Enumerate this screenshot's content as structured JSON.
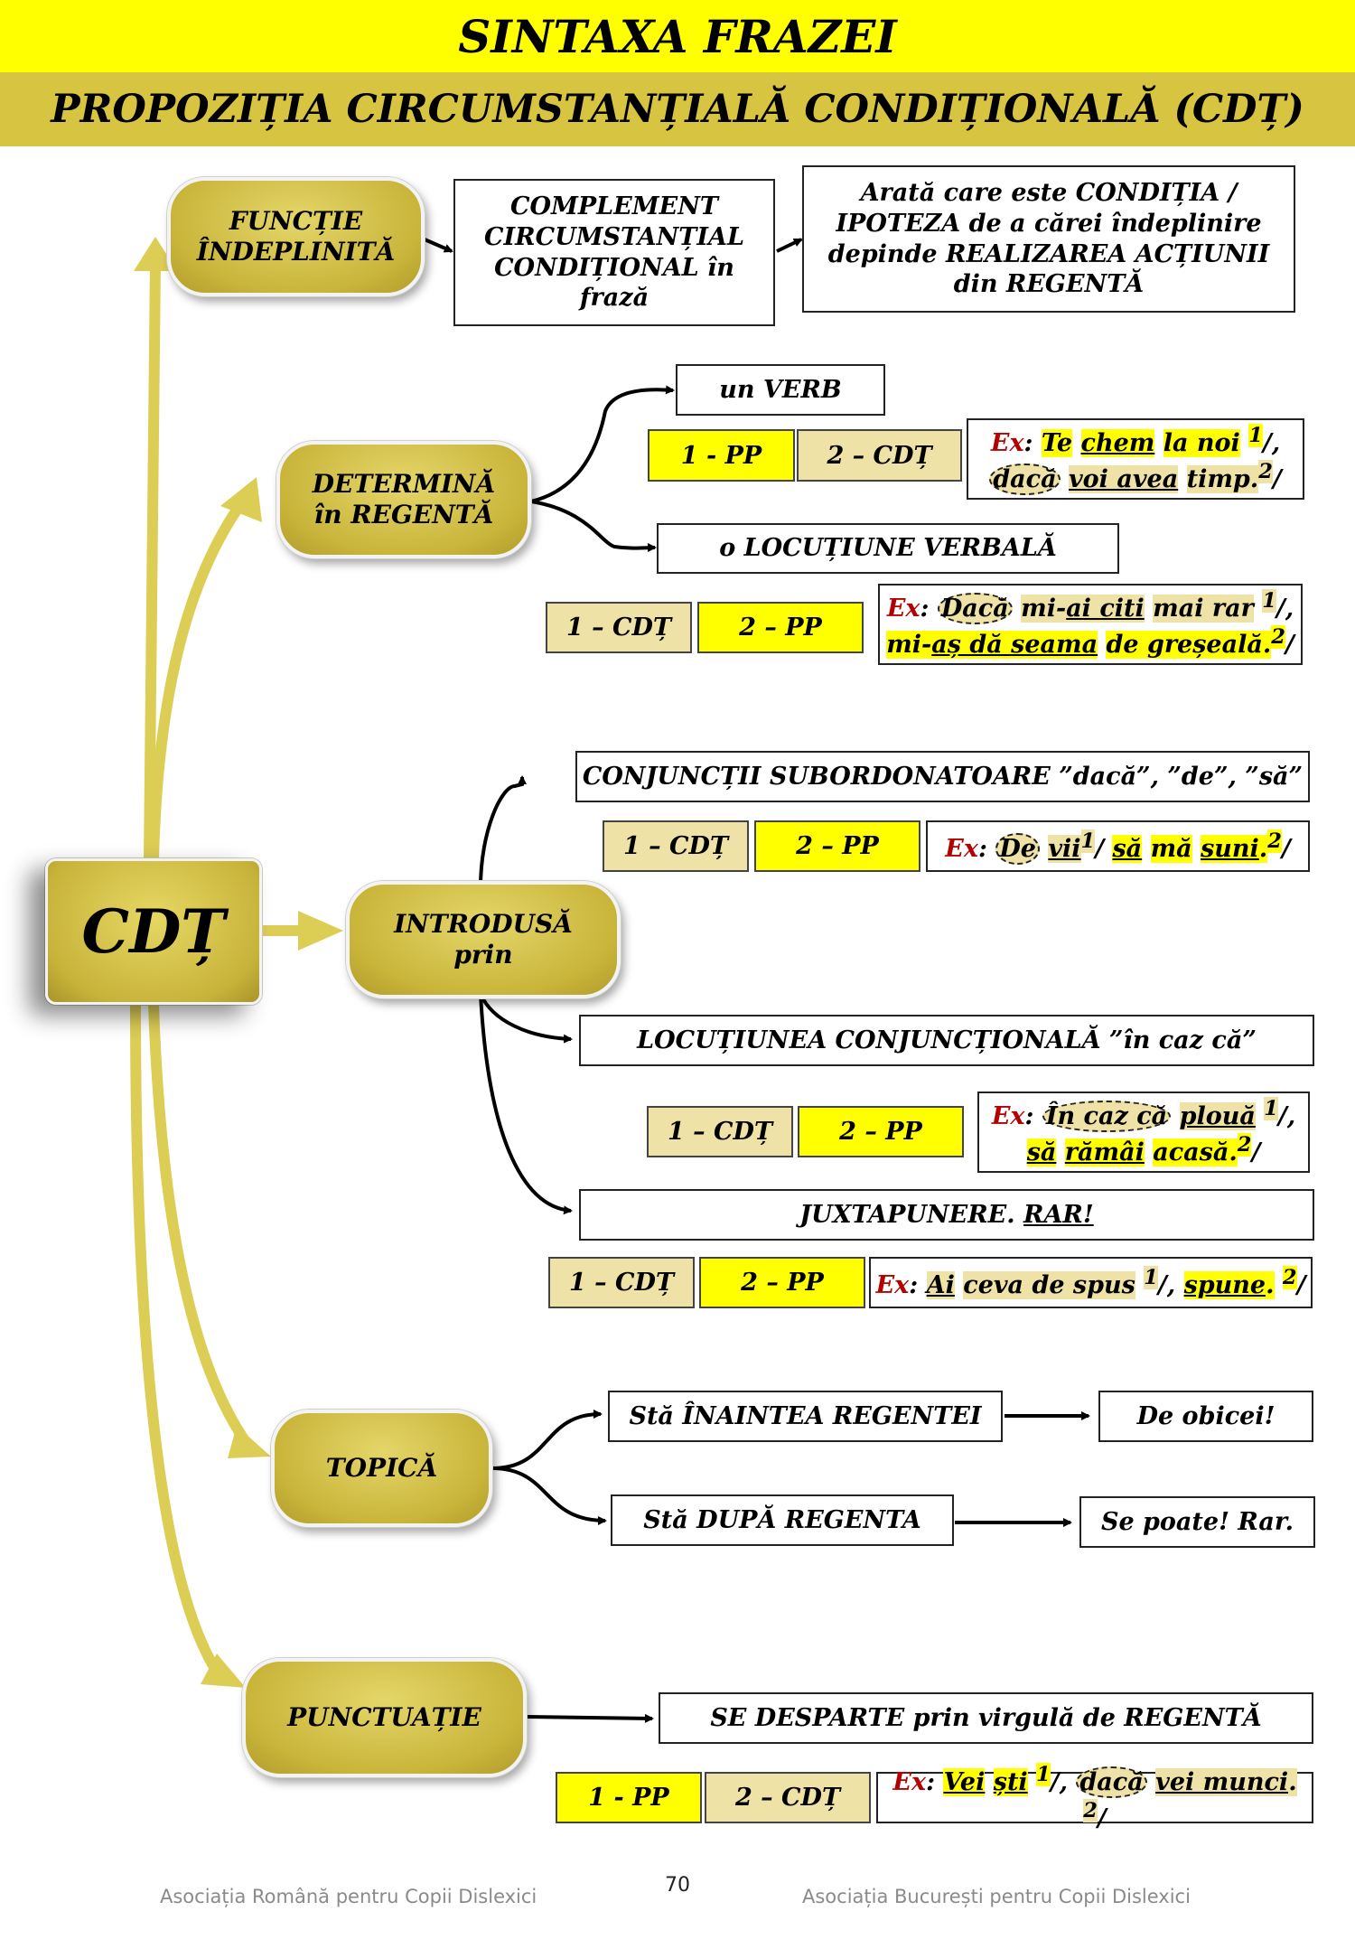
{
  "header": {
    "title": "SINTAXA FRAZEI",
    "subtitle": "PROPOZIȚIA CIRCUMSTANȚIALĂ CONDIȚIONALĂ (CDȚ)"
  },
  "center": {
    "label": "CDȚ"
  },
  "nodes": {
    "functie": "FUNCȚIE ÎNDEPLINITĂ",
    "determina": "DETERMINĂ în REGENTĂ",
    "introdusa": "INTRODUSĂ prin",
    "topica": "TOPICĂ",
    "punctuatie": "PUNCTUAȚIE"
  },
  "functie": {
    "box1": "COMPLEMENT CIRCUMSTANȚIAL CONDIȚIONAL în frază",
    "box2": "Arată care este CONDIȚIA / IPOTEZA de a cărei îndeplinire depinde REALIZAREA ACȚIUNII din REGENTĂ"
  },
  "determina": {
    "verb": "un VERB",
    "verb_tag1": "1 - PP",
    "verb_tag2": "2 – CDȚ",
    "verb_ex": {
      "prefix": "Ex",
      "colon": ":",
      "w1": "Te",
      "w2": "chem",
      "w3": "la noi",
      "sup1": "1",
      "sep1": "/,",
      "w4": "dacă",
      "w5": "voi avea",
      "w6": "timp.",
      "sup2": "2",
      "sep2": "/"
    },
    "loc": "o LOCUȚIUNE VERBALĂ",
    "loc_tag1": "1 – CDȚ",
    "loc_tag2": "2 – PP",
    "loc_ex": {
      "prefix": "Ex",
      "colon": ":",
      "w1": "Dacă",
      "w2": "mi-",
      "w3": "ai citi",
      "w4": "mai rar",
      "sup1": "1",
      "sep1": "/,",
      "w5": "mi-",
      "w6": "aș dă seama",
      "w7": "de greșeală.",
      "sup2": "2",
      "sep2": "/"
    }
  },
  "introdusa": {
    "conj": "CONJUNCȚII SUBORDONATOARE ”dacă”, ”de”, ”să”",
    "conj_tag1": "1 – CDȚ",
    "conj_tag2": "2 – PP",
    "conj_ex": {
      "prefix": "Ex",
      "colon": ":",
      "w1": "De",
      "w2": "vii",
      "sup1": "1",
      "sep1": "/",
      "w3": "să",
      "w4": "mă",
      "w5": "suni",
      "w6": ".",
      "sup2": "2",
      "sep2": "/"
    },
    "locconj": "LOCUȚIUNEA CONJUNCȚIONALĂ ”în caz că”",
    "locconj_tag1": "1 – CDȚ",
    "locconj_tag2": "2 – PP",
    "locconj_ex": {
      "prefix": "Ex",
      "colon": ":",
      "w1": "În caz că",
      "w2": "plouă",
      "sup1": "1",
      "sep1": "/,",
      "w3": "să",
      "w4": "rămâi",
      "w5": "acasă.",
      "sup2": "2",
      "sep2": "/"
    },
    "juxt_a": "JUXTAPUNERE.",
    "juxt_b": "RAR!",
    "juxt_tag1": "1 – CDȚ",
    "juxt_tag2": "2 – PP",
    "juxt_ex": {
      "prefix": "Ex",
      "colon": ":",
      "w1": "Ai",
      "w2": "ceva de spus",
      "sup1": "1",
      "sep1": "/,",
      "w3": "spune",
      "w4": ".",
      "sup2": "2",
      "sep2": "/"
    }
  },
  "topica": {
    "before": "Stă ÎNAINTEA REGENTEI",
    "before_note": "De obicei!",
    "after": "Stă DUPĂ REGENTA",
    "after_note": "Se poate! Rar."
  },
  "punctuatie": {
    "rule": "SE DESPARTE prin virgulă de REGENTĂ",
    "tag1": "1 - PP",
    "tag2": "2 – CDȚ",
    "ex": {
      "prefix": "Ex",
      "colon": ":",
      "w1": "Vei",
      "w2": "ști",
      "sup1": "1",
      "sep1": "/,",
      "w3": "dacă",
      "w4": "vei munci",
      "w5": ".",
      "sup2": "2",
      "sep2": "/"
    }
  },
  "footer": {
    "left": "Asociația Română pentru Copii Dislexici",
    "page": "70",
    "right": "Asociația București pentru Copii Dislexici"
  },
  "colors": {
    "yellow": "#ffff00",
    "gold": "#d7c441",
    "beige": "#eee2a6",
    "red": "#b30000",
    "arrow_light": "#dccd55"
  }
}
